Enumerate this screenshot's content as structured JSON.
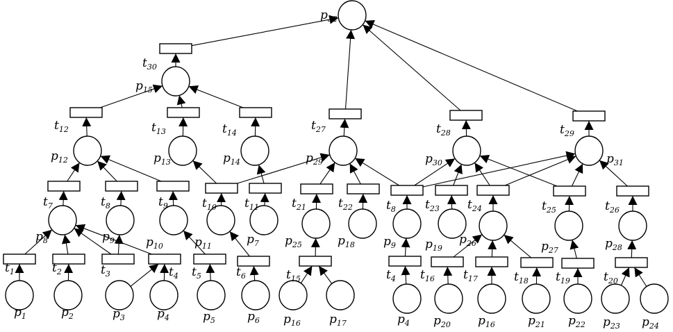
{
  "places": [
    {
      "id": "p32",
      "letter": "p",
      "sub": "32"
    },
    {
      "id": "p15",
      "letter": "p",
      "sub": "15"
    },
    {
      "id": "p12",
      "letter": "p",
      "sub": "12"
    },
    {
      "id": "p13",
      "letter": "p",
      "sub": "13"
    },
    {
      "id": "p14",
      "letter": "p",
      "sub": "14"
    },
    {
      "id": "p29",
      "letter": "p",
      "sub": "29"
    },
    {
      "id": "p30",
      "letter": "p",
      "sub": "30"
    },
    {
      "id": "p31",
      "letter": "p",
      "sub": "31"
    },
    {
      "id": "p8",
      "letter": "p",
      "sub": "8"
    },
    {
      "id": "p9a",
      "letter": "p",
      "sub": "9"
    },
    {
      "id": "p10",
      "letter": "p",
      "sub": "10"
    },
    {
      "id": "p11",
      "letter": "p",
      "sub": "11"
    },
    {
      "id": "p7",
      "letter": "p",
      "sub": "7"
    },
    {
      "id": "p25",
      "letter": "p",
      "sub": "25"
    },
    {
      "id": "p18",
      "letter": "p",
      "sub": "18"
    },
    {
      "id": "p9b",
      "letter": "p",
      "sub": "9"
    },
    {
      "id": "p19",
      "letter": "p",
      "sub": "19"
    },
    {
      "id": "p26",
      "letter": "p",
      "sub": "26"
    },
    {
      "id": "p27",
      "letter": "p",
      "sub": "27"
    },
    {
      "id": "p28",
      "letter": "p",
      "sub": "28"
    },
    {
      "id": "p1",
      "letter": "p",
      "sub": "1"
    },
    {
      "id": "p2",
      "letter": "p",
      "sub": "2"
    },
    {
      "id": "p3",
      "letter": "p",
      "sub": "3"
    },
    {
      "id": "p4a",
      "letter": "p",
      "sub": "4"
    },
    {
      "id": "p5",
      "letter": "p",
      "sub": "5"
    },
    {
      "id": "p6",
      "letter": "p",
      "sub": "6"
    },
    {
      "id": "p16a",
      "letter": "p",
      "sub": "16"
    },
    {
      "id": "p17",
      "letter": "p",
      "sub": "17"
    },
    {
      "id": "p4b",
      "letter": "p",
      "sub": "4"
    },
    {
      "id": "p20",
      "letter": "p",
      "sub": "20"
    },
    {
      "id": "p16b",
      "letter": "p",
      "sub": "16"
    },
    {
      "id": "p21",
      "letter": "p",
      "sub": "21"
    },
    {
      "id": "p22",
      "letter": "p",
      "sub": "22"
    },
    {
      "id": "p23",
      "letter": "p",
      "sub": "23"
    },
    {
      "id": "p24",
      "letter": "p",
      "sub": "24"
    }
  ],
  "transitions": [
    {
      "id": "t30",
      "letter": "t",
      "sub": "30"
    },
    {
      "id": "t12",
      "letter": "t",
      "sub": "12"
    },
    {
      "id": "t13",
      "letter": "t",
      "sub": "13"
    },
    {
      "id": "t14",
      "letter": "t",
      "sub": "14"
    },
    {
      "id": "t27",
      "letter": "t",
      "sub": "27"
    },
    {
      "id": "t28",
      "letter": "t",
      "sub": "28"
    },
    {
      "id": "t29",
      "letter": "t",
      "sub": "29"
    },
    {
      "id": "t7",
      "letter": "t",
      "sub": "7"
    },
    {
      "id": "t8a",
      "letter": "t",
      "sub": "8"
    },
    {
      "id": "t9",
      "letter": "t",
      "sub": "9"
    },
    {
      "id": "t10",
      "letter": "t",
      "sub": "10"
    },
    {
      "id": "t11",
      "letter": "t",
      "sub": "11"
    },
    {
      "id": "t21",
      "letter": "t",
      "sub": "21"
    },
    {
      "id": "t22",
      "letter": "t",
      "sub": "22"
    },
    {
      "id": "t8b",
      "letter": "t",
      "sub": "8"
    },
    {
      "id": "t23",
      "letter": "t",
      "sub": "23"
    },
    {
      "id": "t24",
      "letter": "t",
      "sub": "24"
    },
    {
      "id": "t25",
      "letter": "t",
      "sub": "25"
    },
    {
      "id": "t26",
      "letter": "t",
      "sub": "26"
    },
    {
      "id": "t1",
      "letter": "t",
      "sub": "1"
    },
    {
      "id": "t2",
      "letter": "t",
      "sub": "2"
    },
    {
      "id": "t3",
      "letter": "t",
      "sub": "3"
    },
    {
      "id": "t4a",
      "letter": "t",
      "sub": "4"
    },
    {
      "id": "t5",
      "letter": "t",
      "sub": "5"
    },
    {
      "id": "t6",
      "letter": "t",
      "sub": "6"
    },
    {
      "id": "t15",
      "letter": "t",
      "sub": "15"
    },
    {
      "id": "t4b",
      "letter": "t",
      "sub": "4"
    },
    {
      "id": "t16",
      "letter": "t",
      "sub": "16"
    },
    {
      "id": "t17",
      "letter": "t",
      "sub": "17"
    },
    {
      "id": "t18",
      "letter": "t",
      "sub": "18"
    },
    {
      "id": "t19",
      "letter": "t",
      "sub": "19"
    },
    {
      "id": "t20",
      "letter": "t",
      "sub": "20"
    }
  ],
  "arcs": [
    [
      "t30",
      "p32"
    ],
    [
      "t27",
      "p32"
    ],
    [
      "t28",
      "p32"
    ],
    [
      "t29",
      "p32"
    ],
    [
      "p15",
      "t30"
    ],
    [
      "t12",
      "p15"
    ],
    [
      "t13",
      "p15"
    ],
    [
      "t14",
      "p15"
    ],
    [
      "p12",
      "t12"
    ],
    [
      "p13",
      "t13"
    ],
    [
      "p14",
      "t14"
    ],
    [
      "p29",
      "t27"
    ],
    [
      "p30",
      "t28"
    ],
    [
      "p31",
      "t29"
    ],
    [
      "t7",
      "p12"
    ],
    [
      "t8a",
      "p12"
    ],
    [
      "t9",
      "p12"
    ],
    [
      "t10",
      "p13"
    ],
    [
      "t11",
      "p14"
    ],
    [
      "t10",
      "p29"
    ],
    [
      "t21",
      "p29"
    ],
    [
      "t22",
      "p29"
    ],
    [
      "t8b",
      "p29"
    ],
    [
      "t8b",
      "p30"
    ],
    [
      "t23",
      "p30"
    ],
    [
      "t24",
      "p30"
    ],
    [
      "t25",
      "p30"
    ],
    [
      "t8b",
      "p31"
    ],
    [
      "t24",
      "p31"
    ],
    [
      "t25",
      "p31"
    ],
    [
      "t26",
      "p31"
    ],
    [
      "p8",
      "t7"
    ],
    [
      "p9a",
      "t8a"
    ],
    [
      "p10",
      "t9"
    ],
    [
      "p11",
      "t10"
    ],
    [
      "p7",
      "t11"
    ],
    [
      "p25",
      "t21"
    ],
    [
      "p18",
      "t22"
    ],
    [
      "p9b",
      "t8b"
    ],
    [
      "p19",
      "t23"
    ],
    [
      "p26",
      "t24"
    ],
    [
      "p27",
      "t25"
    ],
    [
      "p28",
      "t26"
    ],
    [
      "t1",
      "p8"
    ],
    [
      "t2",
      "p8"
    ],
    [
      "t3",
      "p8"
    ],
    [
      "t4a",
      "p8"
    ],
    [
      "t3",
      "p9a"
    ],
    [
      "t5",
      "p10"
    ],
    [
      "t6",
      "p11"
    ],
    [
      "t15",
      "p25"
    ],
    [
      "t4b",
      "p9b"
    ],
    [
      "t16",
      "p26"
    ],
    [
      "t17",
      "p26"
    ],
    [
      "t18",
      "p26"
    ],
    [
      "t19",
      "p27"
    ],
    [
      "t20",
      "p28"
    ],
    [
      "p1",
      "t1"
    ],
    [
      "p2",
      "t2"
    ],
    [
      "p3",
      "t4a"
    ],
    [
      "p4a",
      "t4a"
    ],
    [
      "p5",
      "t5"
    ],
    [
      "p6",
      "t6"
    ],
    [
      "p16a",
      "t15"
    ],
    [
      "p17",
      "t15"
    ],
    [
      "p4b",
      "t4b"
    ],
    [
      "p20",
      "t16"
    ],
    [
      "p16b",
      "t17"
    ],
    [
      "p21",
      "t18"
    ],
    [
      "p22",
      "t19"
    ],
    [
      "p23",
      "t20"
    ],
    [
      "p24",
      "t20"
    ]
  ]
}
